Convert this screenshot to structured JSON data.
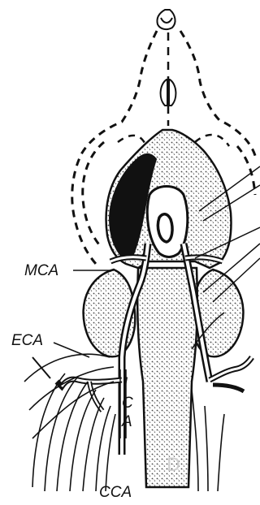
{
  "labels": {
    "mca": "MCA",
    "eca": "ECA",
    "ica_i": "I",
    "ica_c": "C",
    "ica_a": "A",
    "cca": "CCA"
  },
  "colors": {
    "ink": "#111111",
    "paper": "#ffffff",
    "stipple": "#9a9a9a"
  }
}
